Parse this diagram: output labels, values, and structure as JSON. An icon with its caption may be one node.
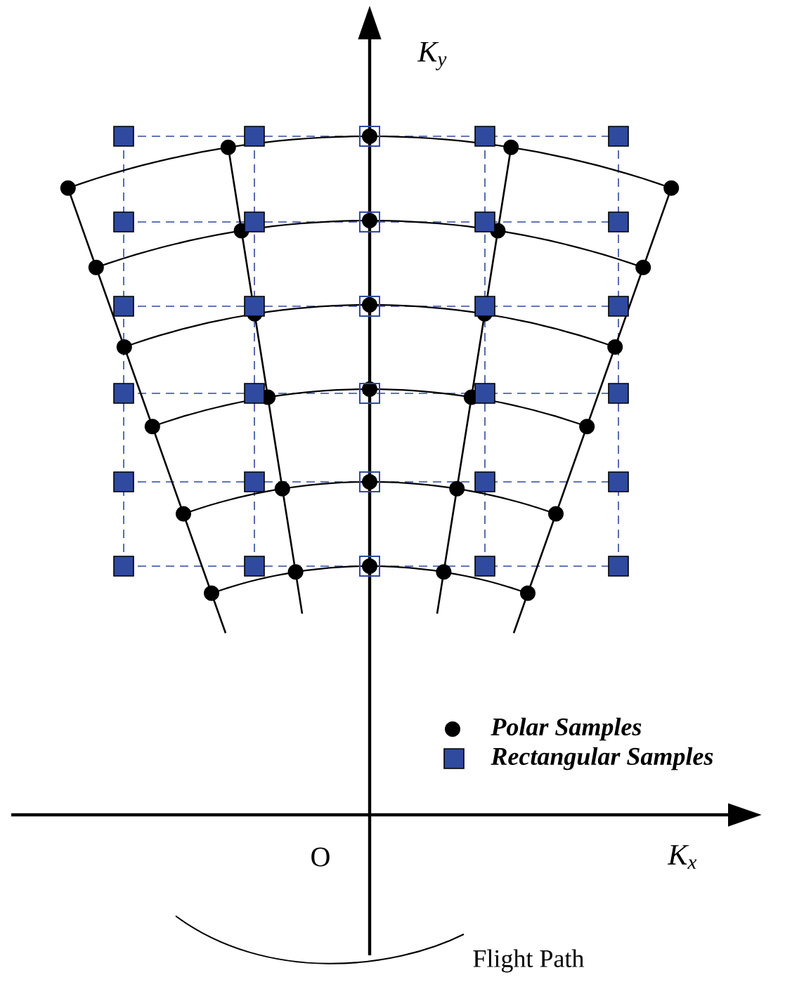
{
  "diagram": {
    "labels": [
      "K$_{y}$",
      "O",
      "K$_{x}$",
      "Flight Path"
    ],
    "legend": [
      {
        "text": "Polar Samples"
      },
      {
        "text": "Rectangular Samples",
        "color": "#2f4a9f"
      }
    ]
  }
}
